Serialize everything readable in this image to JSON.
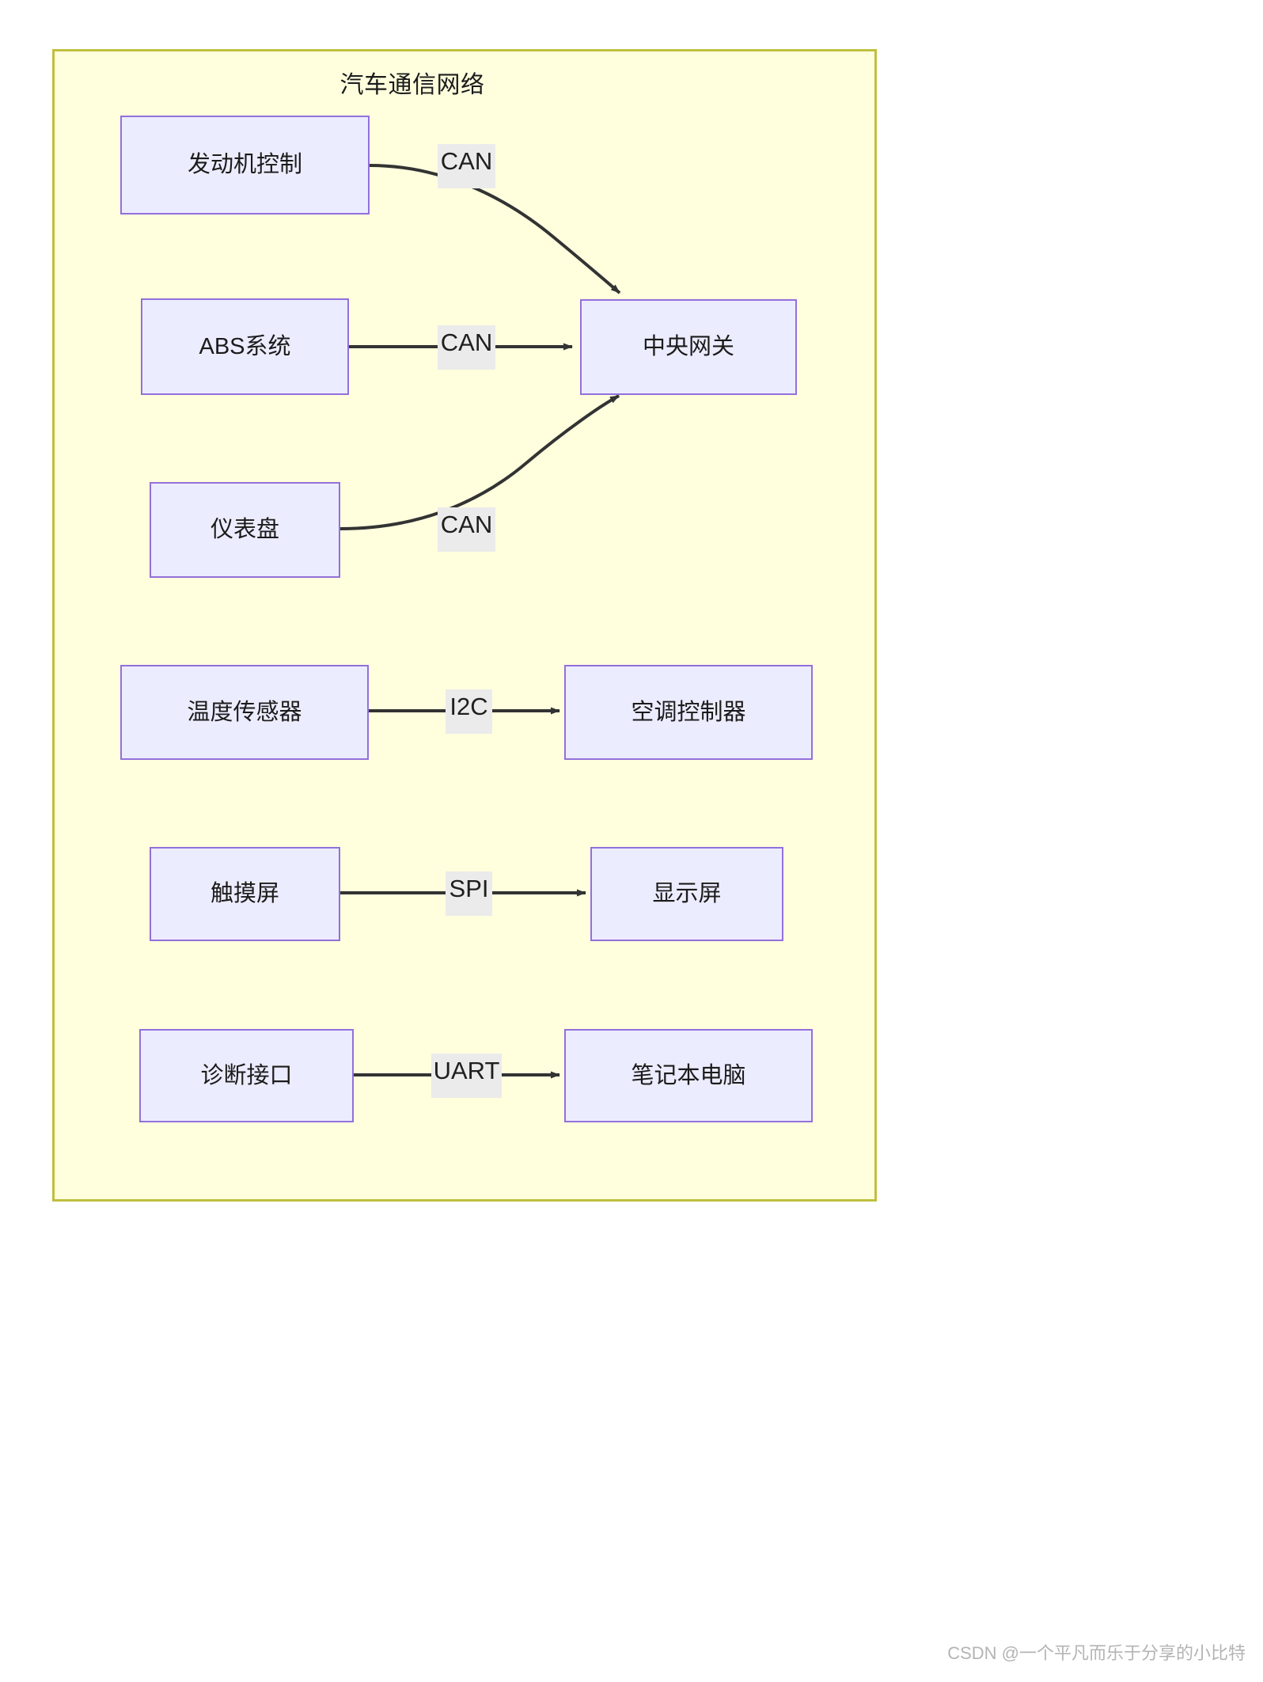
{
  "diagram": {
    "title": "汽车通信网络",
    "type": "flowchart",
    "subgraph_label": "汽车通信网络",
    "background_color": "#ffffde",
    "frame_border_color": "#bfbf3f",
    "node_fill_color": "#ececff",
    "node_border_color": "#9370db",
    "edge_color": "#333333",
    "edge_label_background": "#ebebeb",
    "nodes": [
      {
        "id": "engine",
        "label": "发动机控制"
      },
      {
        "id": "abs",
        "label": "ABS系统"
      },
      {
        "id": "cluster",
        "label": "仪表盘"
      },
      {
        "id": "gateway",
        "label": "中央网关"
      },
      {
        "id": "tempsense",
        "label": "温度传感器"
      },
      {
        "id": "hvac",
        "label": "空调控制器"
      },
      {
        "id": "touch",
        "label": "触摸屏"
      },
      {
        "id": "display",
        "label": "显示屏"
      },
      {
        "id": "diag",
        "label": "诊断接口"
      },
      {
        "id": "laptop",
        "label": "笔记本电脑"
      }
    ],
    "edges": [
      {
        "from": "engine",
        "to": "gateway",
        "label": "CAN"
      },
      {
        "from": "abs",
        "to": "gateway",
        "label": "CAN"
      },
      {
        "from": "cluster",
        "to": "gateway",
        "label": "CAN"
      },
      {
        "from": "tempsense",
        "to": "hvac",
        "label": "I2C"
      },
      {
        "from": "touch",
        "to": "display",
        "label": "SPI"
      },
      {
        "from": "diag",
        "to": "laptop",
        "label": "UART"
      }
    ]
  },
  "watermark": {
    "text": "CSDN @一个平凡而乐于分享的小比特"
  }
}
